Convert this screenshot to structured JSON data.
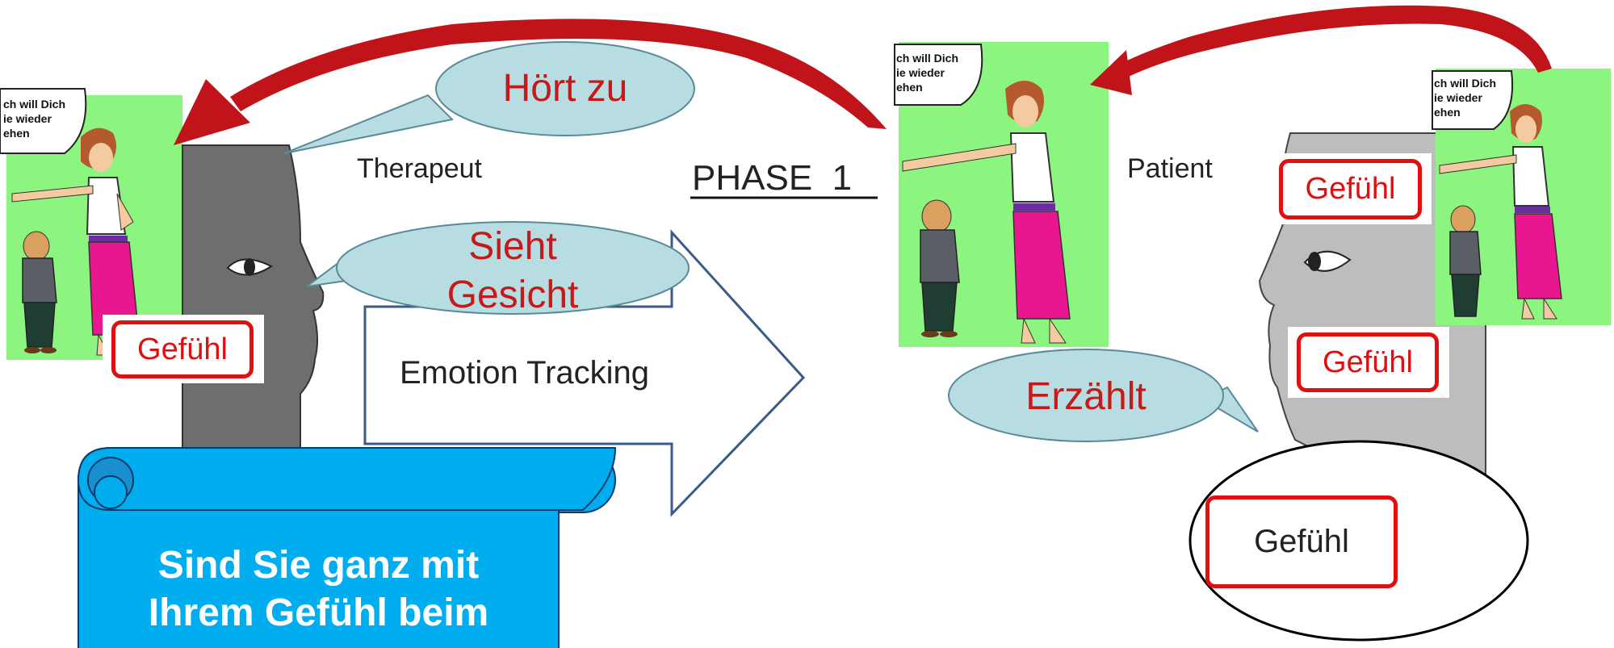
{
  "phase_title": "PHASE  1",
  "therapist": {
    "label": "Therapeut",
    "bubble_listen": "Hört zu",
    "bubble_sees_line1": "Sieht",
    "bubble_sees_line2": "Gesicht",
    "feeling_label": "Gefühl",
    "comic_text": [
      "ch will Dich",
      "ie wieder",
      "ehen"
    ]
  },
  "arrow_label": "Emotion Tracking",
  "patient": {
    "label": "Patient",
    "bubble_tells": "Erzählt",
    "feeling_upper": "Gefühl",
    "feeling_middle": "Gefühl",
    "feeling_ellipse": "Gefühl",
    "comic_text_1": [
      "ch will Dich",
      "ie wieder",
      "ehen"
    ],
    "comic_text_2": [
      "ch will Dich",
      "ie wieder",
      "ehen"
    ]
  },
  "scroll": {
    "line1": "Sind Sie ganz mit",
    "line2": "Ihrem Gefühl beim"
  },
  "colors": {
    "arrow_red": "#c0141a",
    "bubble_fill": "#b7dde3",
    "bubble_stroke": "#5a8a9a",
    "comic_green": "#8cf57f",
    "scroll_blue": "#00aeef",
    "feeling_red": "#e01010",
    "therapist_face": "#6e6e6e",
    "patient_face": "#bdbdbd",
    "big_arrow_stroke": "#3b5a8a"
  }
}
